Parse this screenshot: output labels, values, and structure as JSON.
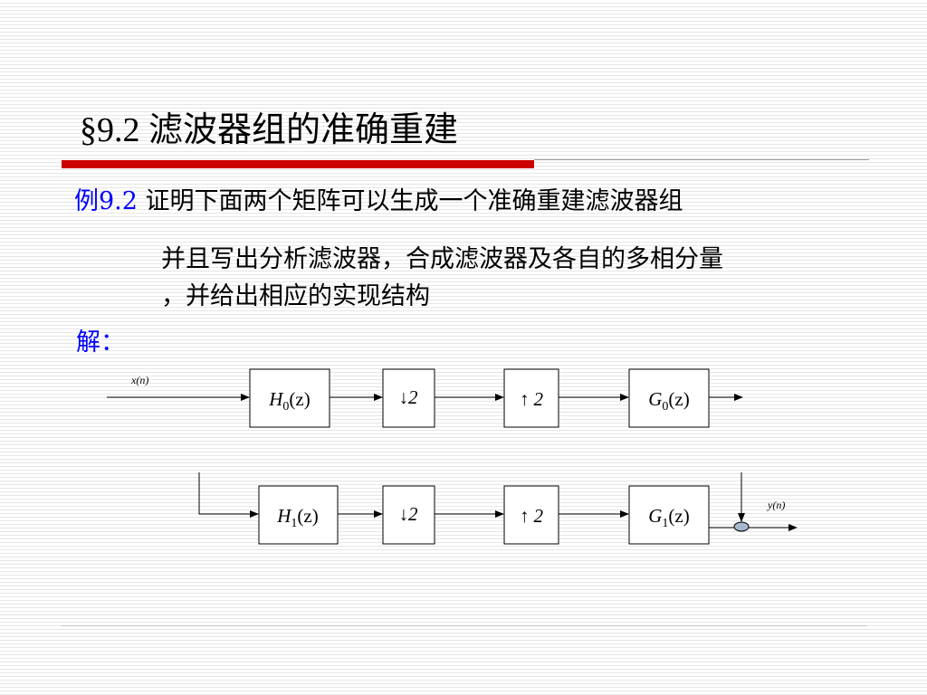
{
  "slide": {
    "title": "§9.2 滤波器组的准确重建",
    "example_label": "例9.2",
    "example_text": " 证明下面两个矩阵可以生成一个准确重建滤波器组",
    "line2": "并且写出分析滤波器，合成滤波器及各自的多相分量",
    "line3": "，并给出相应的实现结构",
    "solution_label": "解："
  },
  "diagram": {
    "input_label": "x(n)",
    "output_label": "y(n)",
    "top_row": {
      "analysis": {
        "sym": "H",
        "sub": "0",
        "arg": "(z)"
      },
      "down": {
        "arrow": "↓",
        "factor": "2"
      },
      "up": {
        "arrow": "↑",
        "factor": "2"
      },
      "synthesis": {
        "sym": "G",
        "sub": "0",
        "arg": "(z)"
      }
    },
    "bottom_row": {
      "analysis": {
        "sym": "H",
        "sub": "1",
        "arg": "(z)"
      },
      "down": {
        "arrow": "↓",
        "factor": "2"
      },
      "up": {
        "arrow": "↑",
        "factor": "2"
      },
      "synthesis": {
        "sym": "G",
        "sub": "1",
        "arg": "(z)"
      }
    },
    "colors": {
      "accent_bar": "#cc0000",
      "highlight": "#0000ff",
      "adder_fill": "#a8b8d0"
    }
  }
}
